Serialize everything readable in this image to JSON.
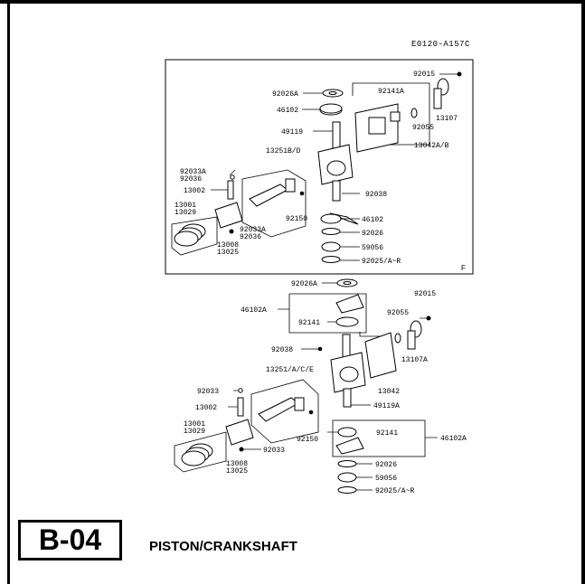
{
  "diagram_code": "E0120-A157C",
  "section_code": "B-04",
  "section_title": "PISTON/CRANKSHAFT",
  "upper_box_ref": "F",
  "upper_labels": {
    "p92015": "92015",
    "p92026A": "92026A",
    "p92141A": "92141A",
    "p46102": "46102",
    "p13107": "13107",
    "p92055": "92055",
    "p49119": "49119",
    "p13042AB": "13042A/B",
    "p13251BD": "13251B/D",
    "p92033A": "92033A",
    "p92036": "92036",
    "p13002": "13002",
    "p13001": "13001",
    "p13029": "13029",
    "p92038": "92038",
    "p92150": "92150",
    "p46102b": "46102",
    "p92033A2": "92033A",
    "p92036b": "92036",
    "p92026": "92026",
    "p59056": "59056",
    "p13008": "13008",
    "p13025": "13025",
    "p92025": "92025/A~R"
  },
  "lower_labels": {
    "p92026A": "92026A",
    "p92015": "92015",
    "p46102A": "46102A",
    "p92141": "92141",
    "p92055": "92055",
    "p92038": "92038",
    "p13107A": "13107A",
    "p13251": "13251/A/C/E",
    "p13042": "13042",
    "p92033": "92033",
    "p13002": "13002",
    "p49119A": "49119A",
    "p13001": "13001",
    "p13029": "13029",
    "p92141b": "92141",
    "p46102Ab": "46102A",
    "p92150": "92150",
    "p92033b": "92033",
    "p13008": "13008",
    "p13025": "13025",
    "p92026": "92026",
    "p59056": "59056",
    "p92025": "92025/A~R"
  }
}
